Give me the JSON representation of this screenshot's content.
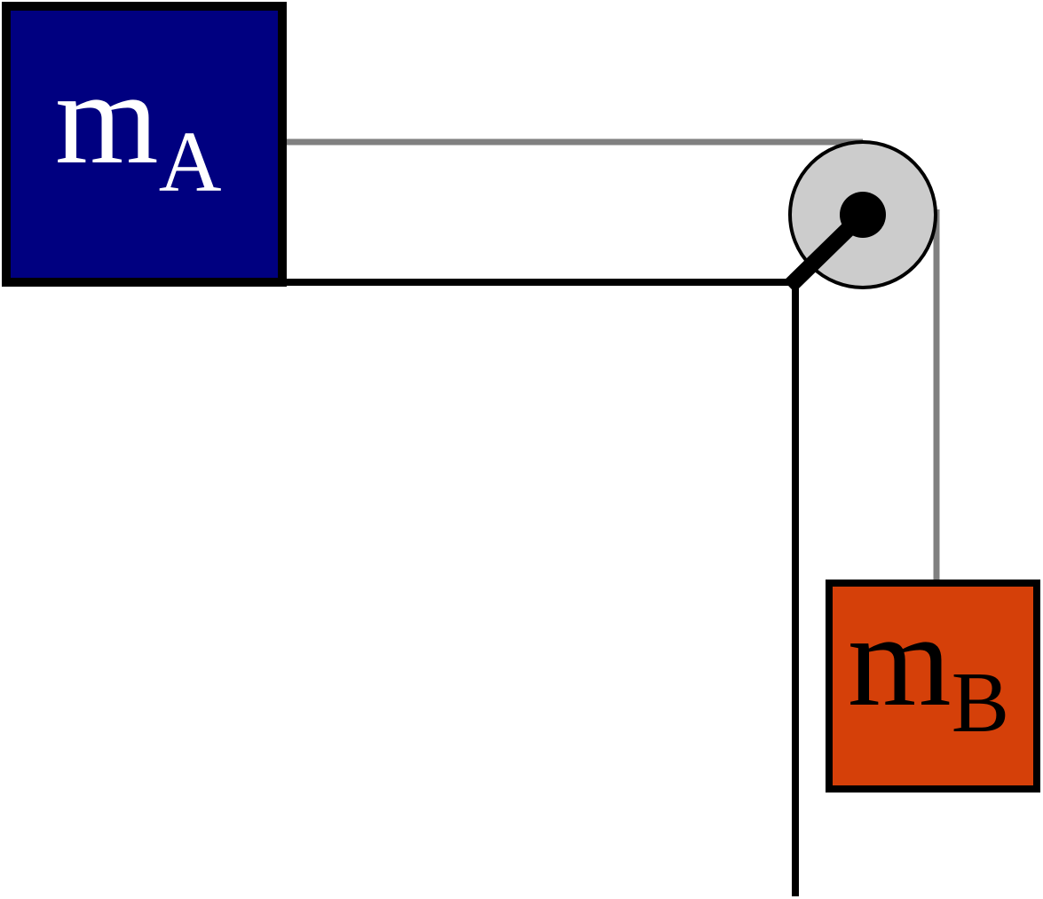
{
  "mass_a": {
    "symbol": "m",
    "subscript": "A",
    "fill": "#000080",
    "text_color": "#ffffff"
  },
  "mass_b": {
    "symbol": "m",
    "subscript": "B",
    "fill": "#d54009",
    "text_color": "#000000"
  },
  "colors": {
    "rope": "#808080",
    "surface": "#000000",
    "pulley_fill": "#cccccc",
    "pulley_stroke": "#000000",
    "axle": "#000000",
    "background": "#ffffff"
  }
}
